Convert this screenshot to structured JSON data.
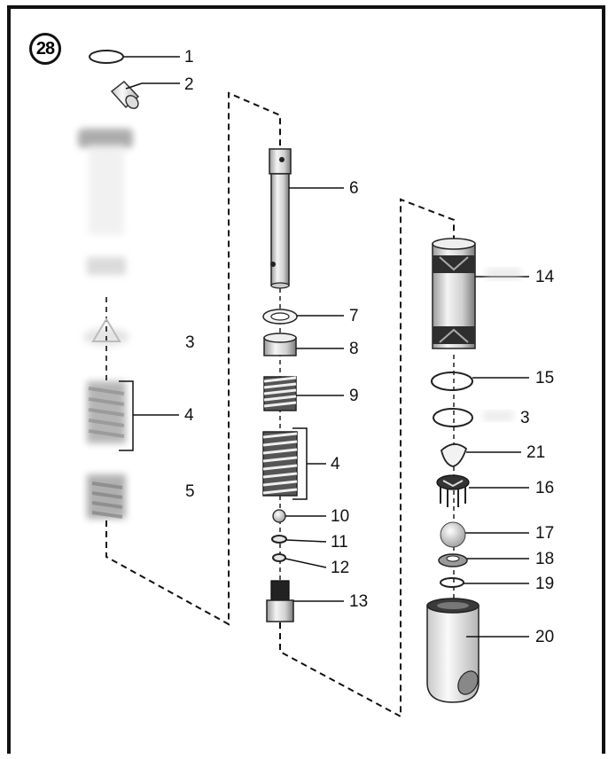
{
  "figure_number": "28",
  "part_labels": [
    "1",
    "2",
    "3",
    "4",
    "5",
    "6",
    "7",
    "8",
    "9",
    "10",
    "11",
    "12",
    "13",
    "14",
    "15",
    "16",
    "17",
    "18",
    "19",
    "20",
    "21"
  ],
  "colors": {
    "line": "#111111",
    "ghost": "#d6d6d6",
    "part_dark": "#2a2a2a",
    "part_mid": "#8a8a8a",
    "part_light": "#e9e9e9"
  }
}
